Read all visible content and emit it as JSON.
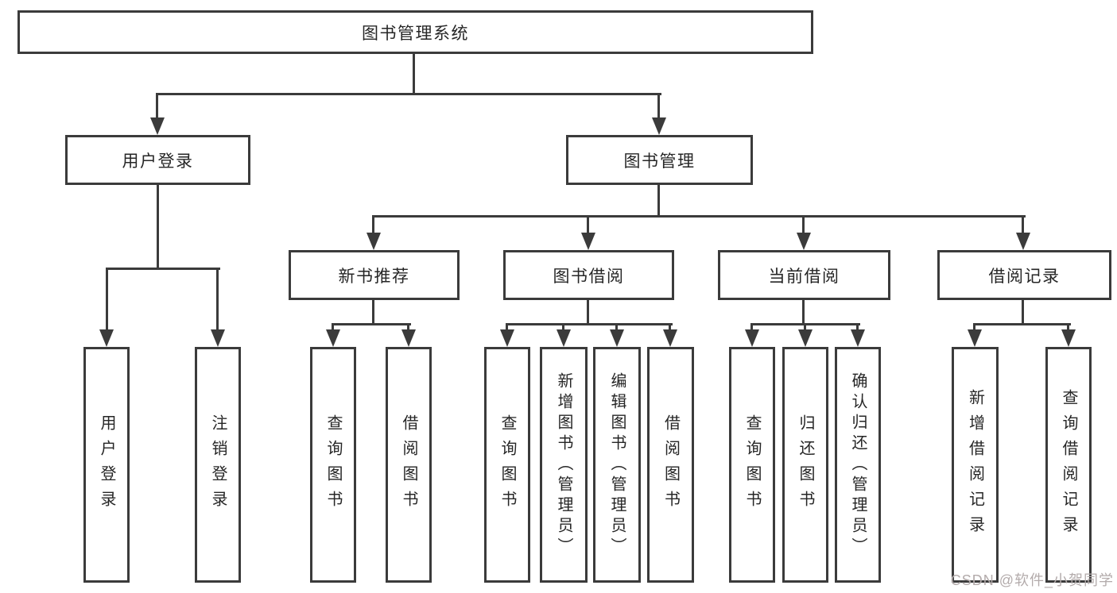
{
  "diagram": {
    "root": {
      "label": "图书管理系统"
    },
    "branches": [
      {
        "label": "用户登录",
        "leaves": [
          "用户登录",
          "注销登录"
        ]
      },
      {
        "label": "图书管理",
        "groups": [
          {
            "label": "新书推荐",
            "leaves": [
              "查询图书",
              "借阅图书"
            ]
          },
          {
            "label": "图书借阅",
            "leaves": [
              "查询图书",
              "新增图书（管理员）",
              "编辑图书（管理员）",
              "借阅图书"
            ]
          },
          {
            "label": "当前借阅",
            "leaves": [
              "查询图书",
              "归还图书",
              "确认归还（管理员）"
            ]
          },
          {
            "label": "借阅记录",
            "leaves": [
              "新增借阅记录",
              "查询借阅记录"
            ]
          }
        ]
      }
    ]
  },
  "watermark": {
    "text": "CSDN @软件_小贺同学"
  },
  "colors": {
    "line": "#3b3b3b",
    "text": "#262626",
    "background": "#ffffff",
    "watermark": "#b3abab"
  }
}
